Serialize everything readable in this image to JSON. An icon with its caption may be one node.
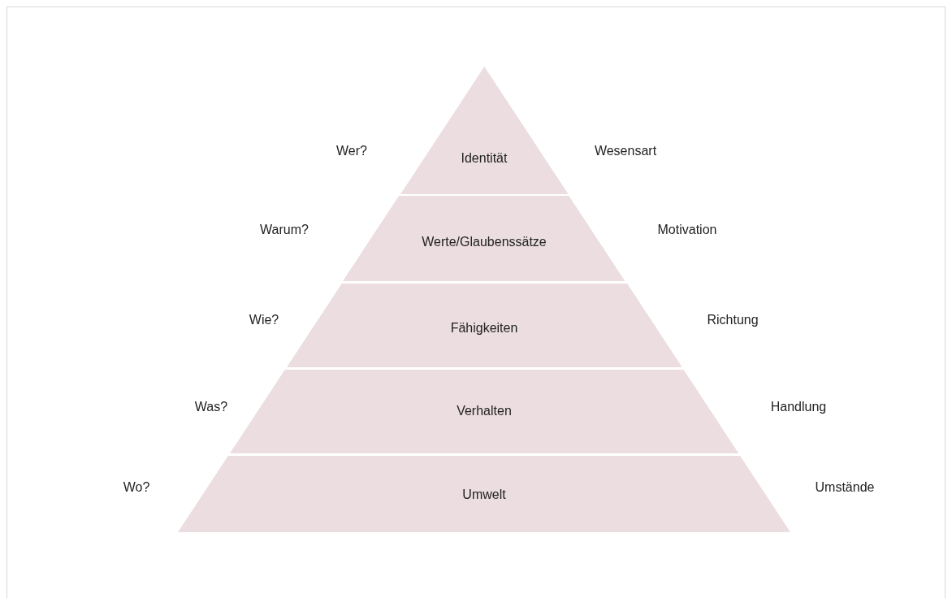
{
  "diagram": {
    "nodes": [
      {
        "text": [
          "Identität"
        ],
        "beside": [
          "Wer?",
          "Wesensart"
        ]
      },
      {
        "text": [
          "Werte/Glaubenssätze"
        ],
        "beside": [
          "Warum?",
          "Motivation"
        ]
      },
      {
        "text": [
          "Fähigkeiten"
        ],
        "beside": [
          "Wie?",
          "Richtung"
        ]
      },
      {
        "text": [
          "Verhalten"
        ],
        "beside": [
          "Was?",
          "Handlung"
        ]
      },
      {
        "text": [
          "Umwelt"
        ],
        "beside": [
          "Wo?",
          "Umstände"
        ]
      }
    ]
  }
}
